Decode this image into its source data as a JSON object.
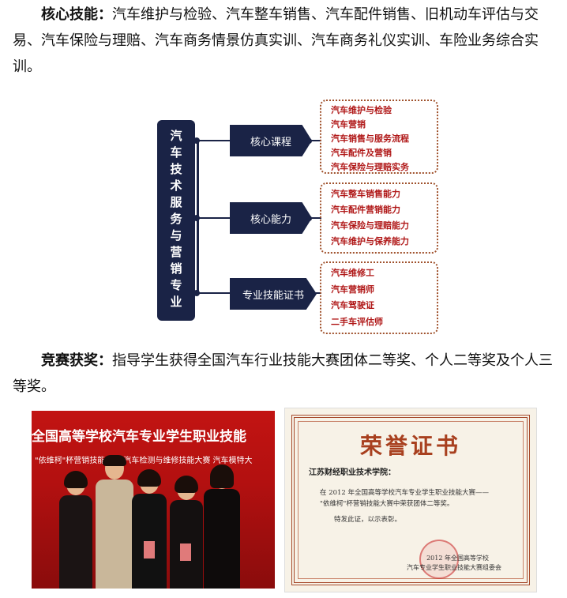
{
  "skills": {
    "label": "核心技能：",
    "text": "汽车维护与检验、汽车整车销售、汽车配件销售、旧机动车评估与交易、汽车保险与理赔、汽车商务情景仿真实训、汽车商务礼仪实训、车险业务综合实训。"
  },
  "diagram": {
    "major": "汽车技术服务与营销专业",
    "groups": [
      {
        "label": "核心课程",
        "items": [
          "汽车维护与检验",
          "汽车营销",
          "汽车销售与服务流程",
          "汽车配件及营销",
          "汽车保险与理赔实务"
        ]
      },
      {
        "label": "核心能力",
        "items": [
          "汽车整车销售能力",
          "汽车配件营销能力",
          "汽车保险与理赔能力",
          "汽车维护与保养能力"
        ]
      },
      {
        "label": "专业技能证书",
        "items": [
          "汽车维修工",
          "汽车营销师",
          "汽车驾驶证",
          "二手车评估师"
        ]
      }
    ]
  },
  "awards": {
    "label": "竞赛获奖：",
    "text": "指导学生获得全国汽车行业技能大赛团体二等奖、个人二等奖及个人三等奖。"
  },
  "photo": {
    "banner": "全国高等学校汽车专业学生职业技能",
    "subbanner": "\"依维柯\"杯营销技能大赛  汽车检测与维修技能大赛  汽车模特大"
  },
  "certificate": {
    "title": "荣誉证书",
    "recipient": "江苏财经职业技术学院：",
    "line1": "在 2012 年全国高等学校汽车专业学生职业技能大赛——",
    "line2": "\"依维柯\"杯营销技能大赛中荣获团体二等奖。",
    "line3": "特发此证，以示表彰。",
    "sign1": "2012 年全国高等学校",
    "sign2": "汽车专业学生职业技能大赛组委会"
  }
}
